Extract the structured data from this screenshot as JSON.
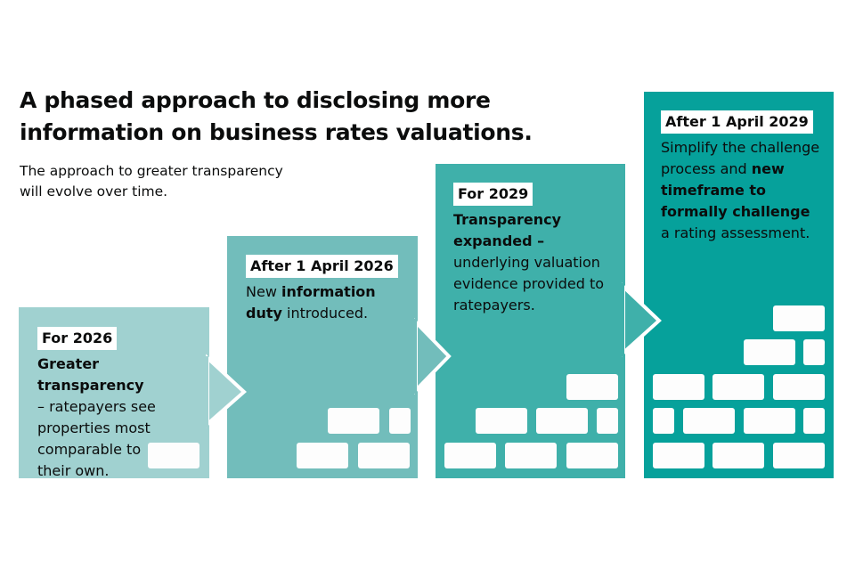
{
  "title": "A phased approach to disclosing more information on business rates valuations.",
  "subtitle": "The approach to greater transparency will evolve over time.",
  "colors": {
    "phase1": "#a0d1d0",
    "phase2": "#72bdbb",
    "phase3": "#3fb0aa",
    "phase4": "#06a19b"
  },
  "phases": [
    {
      "tag": "For 2026",
      "bold": "Greater transparency",
      "text": "– ratepayers see properties most comparable to their own."
    },
    {
      "tag": "After 1 April 2026",
      "pre": "New ",
      "bold": "information duty",
      "text": " introduced."
    },
    {
      "tag": "For 2029",
      "bold": "Transparency expanded –",
      "text": " underlying valuation evidence provided to ratepayers."
    },
    {
      "tag": "After 1 April 2029",
      "pre": "Simplify the challenge process and ",
      "bold": "new timeframe to formally challenge",
      "text": " a rating assessment."
    }
  ]
}
